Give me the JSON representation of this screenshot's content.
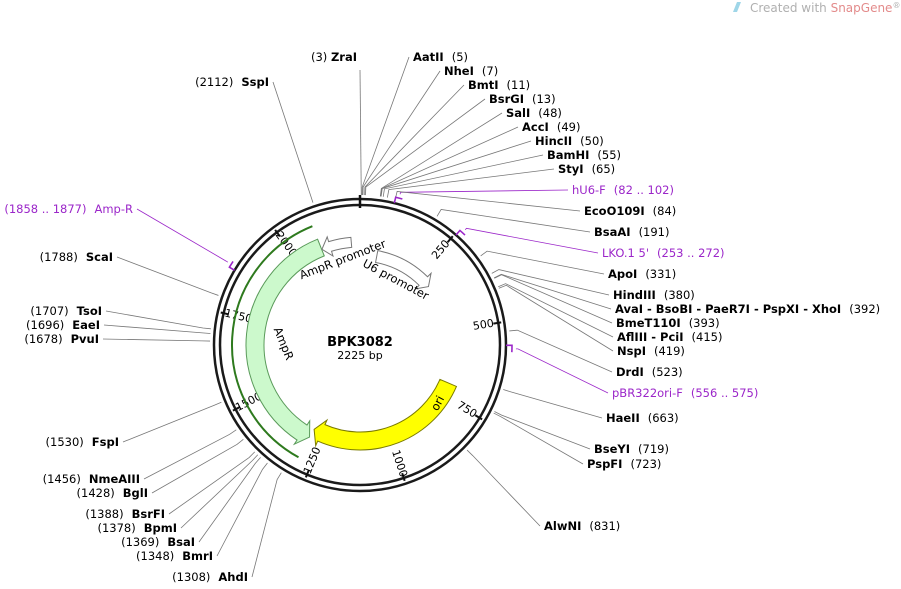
{
  "watermark": {
    "prefix": "Created with ",
    "brand": "SnapGene",
    "mark": "®"
  },
  "plasmid": {
    "name": "BPK3082",
    "length_text": "2225 bp",
    "length": 2225
  },
  "ticks": [
    {
      "pos": 250,
      "label": "250"
    },
    {
      "pos": 500,
      "label": "500"
    },
    {
      "pos": 750,
      "label": "750"
    },
    {
      "pos": 1000,
      "label": "1000"
    },
    {
      "pos": 1250,
      "label": "1250"
    },
    {
      "pos": 1500,
      "label": "1500"
    },
    {
      "pos": 1750,
      "label": "1750"
    },
    {
      "pos": 2000,
      "label": "2000"
    }
  ],
  "features": [
    {
      "id": "ori",
      "label": "ori",
      "start": 700,
      "end": 1289,
      "direction": "forward",
      "color": "#ffff00",
      "stroke": "#7a7a00"
    },
    {
      "id": "ampr",
      "label": "AmpR",
      "start": 1290,
      "end": 2090,
      "direction": "reverse",
      "color": "#ccf9cc",
      "stroke": "#5a9a5a"
    },
    {
      "id": "ampr-promoter",
      "label": "AmpR promoter",
      "start": 2091,
      "end": 2195,
      "direction": "reverse",
      "color": "#ffffff",
      "stroke": "#777777"
    },
    {
      "id": "u6-promoter",
      "label": "U6 promoter",
      "start": 66,
      "end": 306,
      "direction": "forward",
      "color": "#ffffff",
      "stroke": "#777777"
    }
  ],
  "enzymes_right": [
    {
      "name": "ZraI",
      "pos": "(3)",
      "p": 3
    },
    {
      "name": "AatII",
      "pos": "(5)",
      "p": 5
    },
    {
      "name": "NheI",
      "pos": "(7)",
      "p": 7
    },
    {
      "name": "BmtI",
      "pos": "(11)",
      "p": 11
    },
    {
      "name": "BsrGI",
      "pos": "(13)",
      "p": 13
    },
    {
      "name": "SalI",
      "pos": "(48)",
      "p": 48
    },
    {
      "name": "AccI",
      "pos": "(49)",
      "p": 49
    },
    {
      "name": "HincII",
      "pos": "(50)",
      "p": 50
    },
    {
      "name": "BamHI",
      "pos": "(55)",
      "p": 55
    },
    {
      "name": "StyI",
      "pos": "(65)",
      "p": 65
    },
    {
      "name": "hU6-F",
      "pos": "(82 .. 102)",
      "p": 92,
      "primer": true
    },
    {
      "name": "EcoO109I",
      "pos": "(84)",
      "p": 84
    },
    {
      "name": "BsaAI",
      "pos": "(191)",
      "p": 191
    },
    {
      "name": "LKO.1 5'",
      "pos": "(253 .. 272)",
      "p": 262,
      "primer": true
    },
    {
      "name": "ApoI",
      "pos": "(331)",
      "p": 331
    },
    {
      "name": "HindIII",
      "pos": "(380)",
      "p": 380
    },
    {
      "name": "AvaI  - BsoBI - PaeR7I - PspXI - XhoI",
      "pos": "(392)",
      "p": 392
    },
    {
      "name": "BmeT110I",
      "pos": "(393)",
      "p": 393
    },
    {
      "name": "AflIII - PciI",
      "pos": "(415)",
      "p": 415
    },
    {
      "name": "NspI",
      "pos": "(419)",
      "p": 419
    },
    {
      "name": "DrdI",
      "pos": "(523)",
      "p": 523
    },
    {
      "name": "pBR322ori-F",
      "pos": "(556 .. 575)",
      "p": 565,
      "primer": true
    },
    {
      "name": "HaeII",
      "pos": "(663)",
      "p": 663
    },
    {
      "name": "BseYI",
      "pos": "(719)",
      "p": 719
    },
    {
      "name": "PspFI",
      "pos": "(723)",
      "p": 723
    },
    {
      "name": "AlwNI",
      "pos": "(831)",
      "p": 831
    }
  ],
  "enzymes_left": [
    {
      "name": "SspI",
      "pos": "(2112)",
      "p": 2112
    },
    {
      "name": "Amp-R",
      "pos": "(1858 .. 1877)",
      "p": 1867,
      "primer": true
    },
    {
      "name": "ScaI",
      "pos": "(1788)",
      "p": 1788
    },
    {
      "name": "TsoI",
      "pos": "(1707)",
      "p": 1707
    },
    {
      "name": "EaeI",
      "pos": "(1696)",
      "p": 1696
    },
    {
      "name": "PvuI",
      "pos": "(1678)",
      "p": 1678
    },
    {
      "name": "FspI",
      "pos": "(1530)",
      "p": 1530
    },
    {
      "name": "NmeAIII",
      "pos": "(1456)",
      "p": 1456
    },
    {
      "name": "BglI",
      "pos": "(1428)",
      "p": 1428
    },
    {
      "name": "BsrFI",
      "pos": "(1388)",
      "p": 1388
    },
    {
      "name": "BpmI",
      "pos": "(1378)",
      "p": 1378
    },
    {
      "name": "BsaI",
      "pos": "(1369)",
      "p": 1369
    },
    {
      "name": "BmrI",
      "pos": "(1348)",
      "p": 1348
    },
    {
      "name": "AhdI",
      "pos": "(1308)",
      "p": 1308
    }
  ]
}
